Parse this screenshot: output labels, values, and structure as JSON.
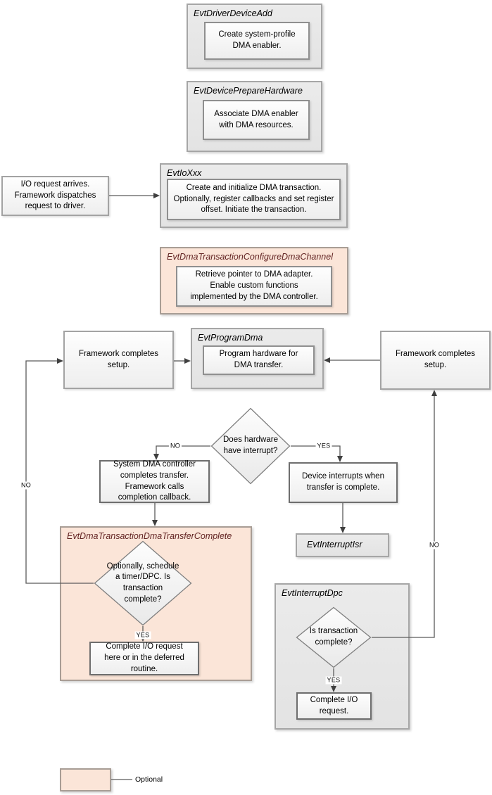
{
  "nodes": {
    "driver_device_add": {
      "title": "EvtDriverDeviceAdd",
      "body": "Create system-profile DMA enabler."
    },
    "device_prepare_hardware": {
      "title": "EvtDevicePrepareHardware",
      "body": "Associate DMA enabler with DMA resources."
    },
    "io_request": {
      "body": "I/O request arrives. Framework dispatches request to driver."
    },
    "io_xxx": {
      "title": "EvtIoXxx",
      "body": "Create and initialize DMA transaction. Optionally, register callbacks and set register offset. Initiate the transaction."
    },
    "configure_dma_channel": {
      "title": "EvtDmaTransactionConfigureDmaChannel",
      "body": "Retrieve pointer to DMA adapter. Enable custom functions implemented by the DMA controller."
    },
    "framework_setup_left": {
      "body": "Framework completes setup."
    },
    "program_dma": {
      "title": "EvtProgramDma",
      "body": "Program hardware for DMA transfer."
    },
    "framework_setup_right": {
      "body": "Framework completes setup."
    },
    "hardware_interrupt_decision": {
      "body": "Does hardware have interrupt?"
    },
    "system_dma_completes": {
      "body": "System DMA controller completes transfer. Framework calls completion callback."
    },
    "device_interrupts": {
      "body": "Device interrupts when transfer is complete."
    },
    "interrupt_isr": {
      "title": "EvtInterruptIsr"
    },
    "dma_transfer_complete": {
      "title": "EvtDmaTransactionDmaTransferComplete"
    },
    "timer_dpc_decision": {
      "body": "Optionally, schedule a timer/DPC.  Is transaction complete?"
    },
    "complete_io_deferred": {
      "body": "Complete I/O request here or in the deferred routine."
    },
    "interrupt_dpc": {
      "title": "EvtInterruptDpc"
    },
    "dpc_decision": {
      "body": "Is transaction complete?"
    },
    "complete_io": {
      "body": "Complete I/O request."
    }
  },
  "labels": {
    "yes": "YES",
    "no": "NO"
  },
  "legend": {
    "label": "Optional"
  },
  "colors": {
    "optional_fill": "#fbe5d8",
    "optional_title": "#632423",
    "container_fill": "#e7e7e7",
    "container_border": "#a6a6a6",
    "connector": "#5b5b5b"
  }
}
